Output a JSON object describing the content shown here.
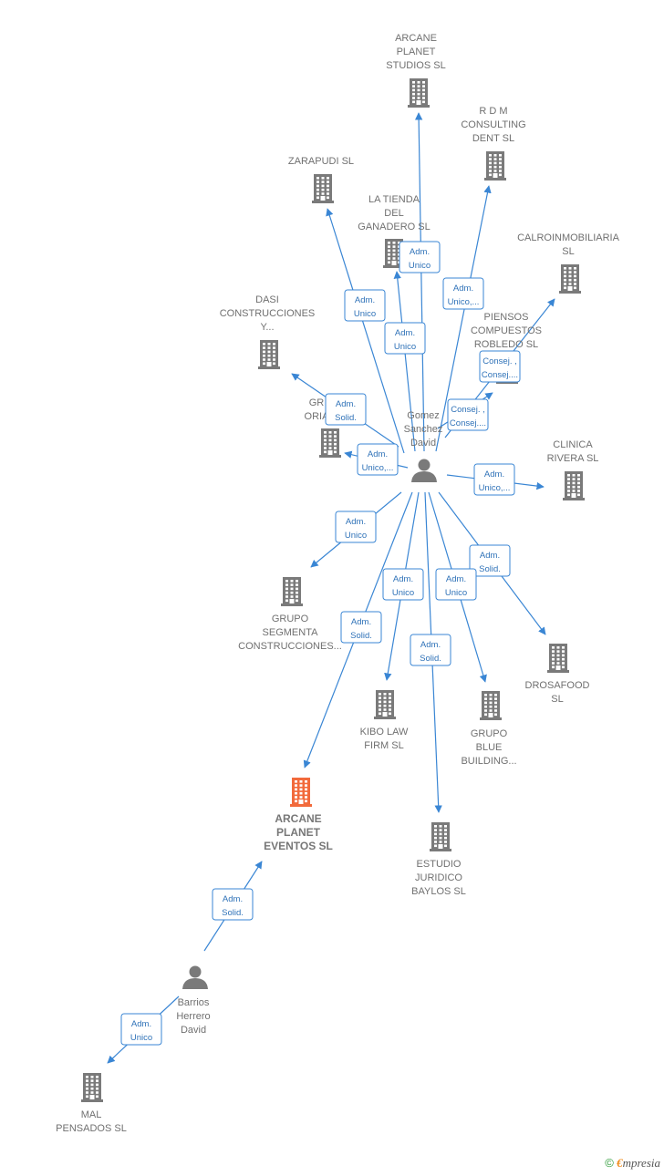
{
  "colors": {
    "edge": "#3a86d4",
    "company": "#7a7a7a",
    "highlight": "#f26a3c",
    "person": "#7a7a7a"
  },
  "nodes": [
    {
      "id": "arcane_studios",
      "type": "company",
      "lines": [
        "ARCANE",
        "PLANET",
        "STUDIOS  SL"
      ]
    },
    {
      "id": "rdm",
      "type": "company",
      "lines": [
        "R D M",
        "CONSULTING",
        "DENT  SL"
      ]
    },
    {
      "id": "zarapudi",
      "type": "company",
      "lines": [
        "ZARAPUDI  SL"
      ]
    },
    {
      "id": "tienda",
      "type": "company",
      "lines": [
        "LA TIENDA",
        "DEL",
        "GANADERO  SL"
      ]
    },
    {
      "id": "calro",
      "type": "company",
      "lines": [
        "CALROINMOBILIARIA",
        "SL"
      ]
    },
    {
      "id": "dasi",
      "type": "company",
      "lines": [
        "DASI",
        "CONSTRUCCIONES",
        "Y..."
      ]
    },
    {
      "id": "piensos",
      "type": "company",
      "lines": [
        "PIENSOS",
        "COMPUESTOS",
        "ROBLEDO  SL"
      ]
    },
    {
      "id": "grupo_oria",
      "type": "company",
      "lines": [
        "GR",
        "ORIA"
      ]
    },
    {
      "id": "clinica",
      "type": "company",
      "lines": [
        "CLINICA",
        "RIVERA  SL"
      ]
    },
    {
      "id": "segmenta",
      "type": "company",
      "lines": [
        "GRUPO",
        "SEGMENTA",
        "CONSTRUCCIONES..."
      ]
    },
    {
      "id": "drosafood",
      "type": "company",
      "lines": [
        "DROSAFOOD",
        "SL"
      ]
    },
    {
      "id": "kibo",
      "type": "company",
      "lines": [
        "KIBO LAW",
        "FIRM SL"
      ]
    },
    {
      "id": "blue",
      "type": "company",
      "lines": [
        "GRUPO",
        "BLUE",
        "BUILDING..."
      ]
    },
    {
      "id": "eventos",
      "type": "company",
      "highlight": true,
      "lines": [
        "ARCANE",
        "PLANET",
        "EVENTOS  SL"
      ]
    },
    {
      "id": "baylos",
      "type": "company",
      "lines": [
        "ESTUDIO",
        "JURIDICO",
        "BAYLOS SL"
      ]
    },
    {
      "id": "mal",
      "type": "company",
      "lines": [
        "MAL",
        "PENSADOS  SL"
      ]
    },
    {
      "id": "gomez",
      "type": "person",
      "lines": [
        "Gomez",
        "Sanchez",
        "David"
      ]
    },
    {
      "id": "barrios",
      "type": "person",
      "lines": [
        "Barrios",
        "Herrero",
        "David"
      ]
    }
  ],
  "edges": [
    {
      "from": "gomez",
      "to": "arcane_studios",
      "label": [
        "Adm.",
        "Unico"
      ]
    },
    {
      "from": "gomez",
      "to": "rdm",
      "label": [
        "Adm.",
        "Unico,..."
      ]
    },
    {
      "from": "gomez",
      "to": "zarapudi",
      "label": [
        "Adm.",
        "Unico"
      ]
    },
    {
      "from": "gomez",
      "to": "tienda",
      "label": [
        "Adm.",
        "Unico"
      ]
    },
    {
      "from": "gomez",
      "to": "calro",
      "label": [
        "Consej. ,",
        "Consej...."
      ]
    },
    {
      "from": "gomez",
      "to": "dasi",
      "label": [
        "Adm.",
        "Solid."
      ]
    },
    {
      "from": "gomez",
      "to": "piensos",
      "label": [
        "Consej. ,",
        "Consej...."
      ]
    },
    {
      "from": "gomez",
      "to": "grupo_oria",
      "label": [
        "Adm.",
        "Unico,..."
      ]
    },
    {
      "from": "gomez",
      "to": "clinica",
      "label": [
        "Adm.",
        "Unico,..."
      ]
    },
    {
      "from": "gomez",
      "to": "segmenta",
      "label": [
        "Adm.",
        "Unico"
      ]
    },
    {
      "from": "gomez",
      "to": "drosafood",
      "label": [
        "Adm.",
        "Solid."
      ]
    },
    {
      "from": "gomez",
      "to": "kibo",
      "label": [
        "Adm.",
        "Unico"
      ]
    },
    {
      "from": "gomez",
      "to": "blue",
      "label": [
        "Adm.",
        "Unico"
      ]
    },
    {
      "from": "gomez",
      "to": "eventos",
      "label": [
        "Adm.",
        "Solid."
      ]
    },
    {
      "from": "gomez",
      "to": "baylos",
      "label": [
        "Adm.",
        "Solid."
      ]
    },
    {
      "from": "barrios",
      "to": "eventos",
      "label": [
        "Adm.",
        "Solid."
      ]
    },
    {
      "from": "barrios",
      "to": "mal",
      "label": [
        "Adm.",
        "Unico"
      ]
    }
  ],
  "brand": {
    "copyright": "©",
    "e": "€",
    "rest": "mpresia"
  }
}
